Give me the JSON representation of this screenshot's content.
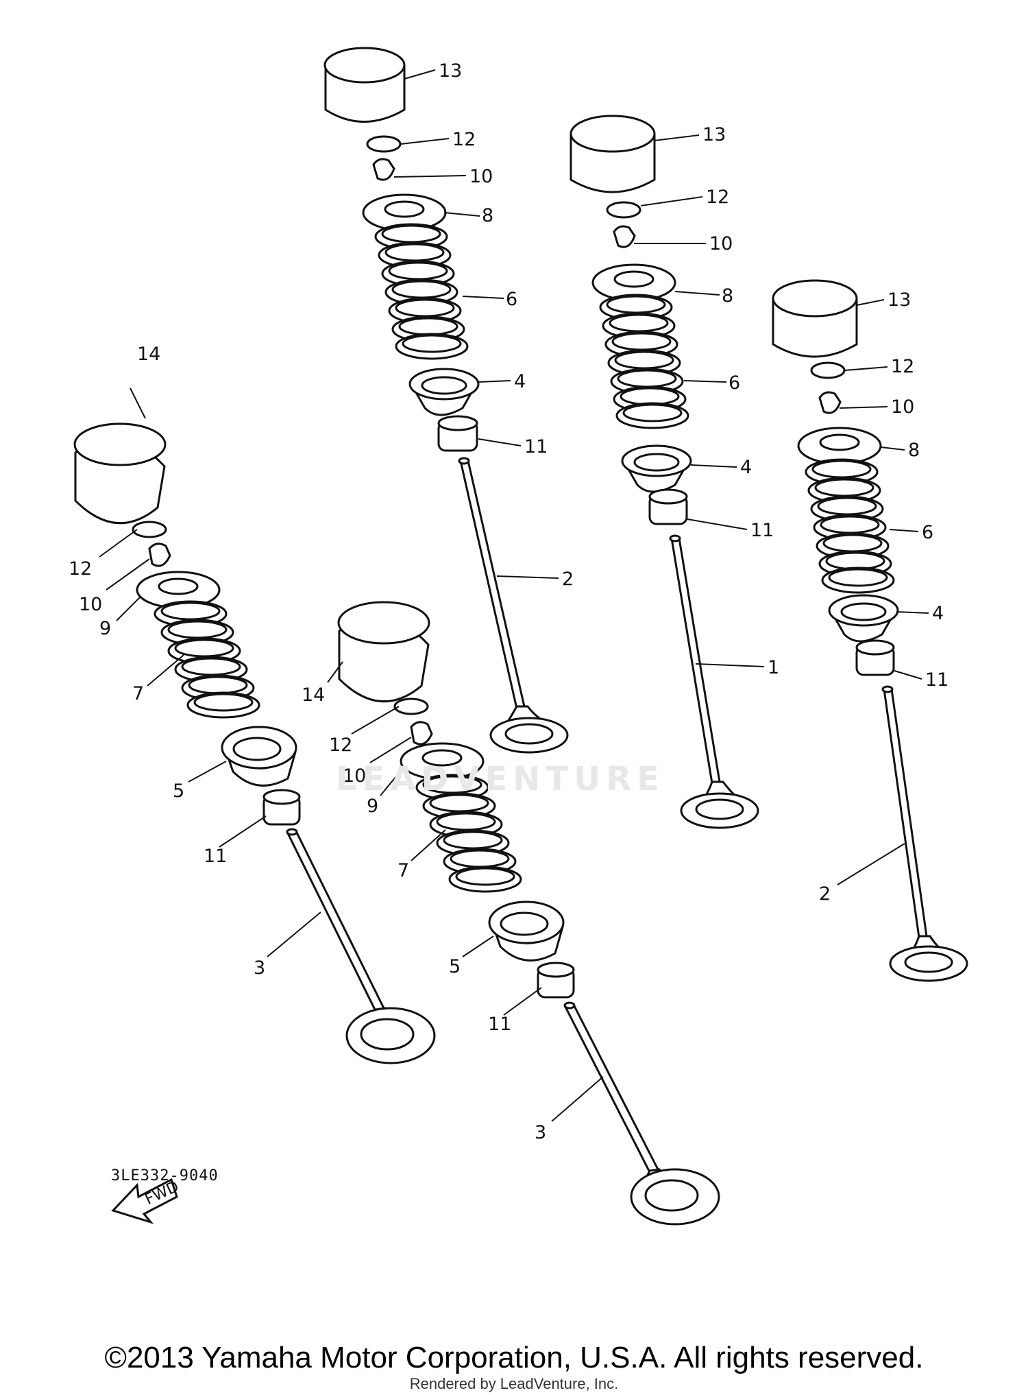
{
  "diagram": {
    "part_code": "3LE332-9040",
    "fwd_label": "FWD",
    "watermark": "LEADVENTURE",
    "copyright": "©2013 Yamaha Motor Corporation, U.S.A. All rights reserved.",
    "rendered_by": "Rendered by LeadVenture, Inc."
  },
  "callouts": {
    "a": [
      "13",
      "12",
      "10",
      "8",
      "6",
      "4",
      "11",
      "2"
    ],
    "b": [
      "13",
      "12",
      "10",
      "8",
      "6",
      "4",
      "11",
      "1"
    ],
    "c": [
      "13",
      "12",
      "10",
      "8",
      "6",
      "4",
      "11",
      "2"
    ],
    "d": [
      "14",
      "12",
      "10",
      "9",
      "7",
      "5",
      "11",
      "3"
    ],
    "e": [
      "14",
      "12",
      "10",
      "9",
      "7",
      "5",
      "11",
      "3"
    ]
  }
}
